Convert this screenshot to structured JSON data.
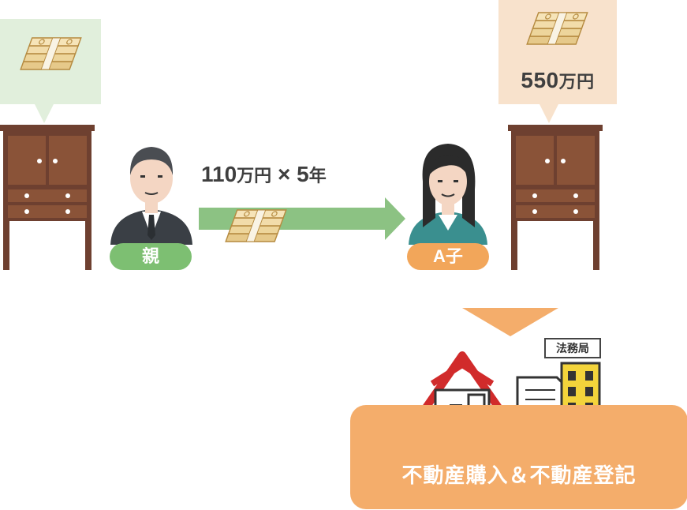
{
  "left_bubble": {
    "icon": "money-bundle-icon"
  },
  "right_bubble": {
    "amount": "550",
    "unit": "万円",
    "icon": "money-bundle-icon"
  },
  "transfer": {
    "amount": "110",
    "unit": "万円",
    "times": " × ",
    "years": "5",
    "year_unit": "年"
  },
  "parent": {
    "label": "親"
  },
  "child": {
    "label": "A子"
  },
  "bureau": {
    "sign": "法務局"
  },
  "result": {
    "label": "不動産購入＆不動産登記"
  },
  "colors": {
    "green_accent": "#7dbf72",
    "orange_accent": "#f2a65a",
    "result_box": "#f4ad6b",
    "furniture_brown": "#6e4030",
    "text_dark": "#3f3f3f"
  }
}
